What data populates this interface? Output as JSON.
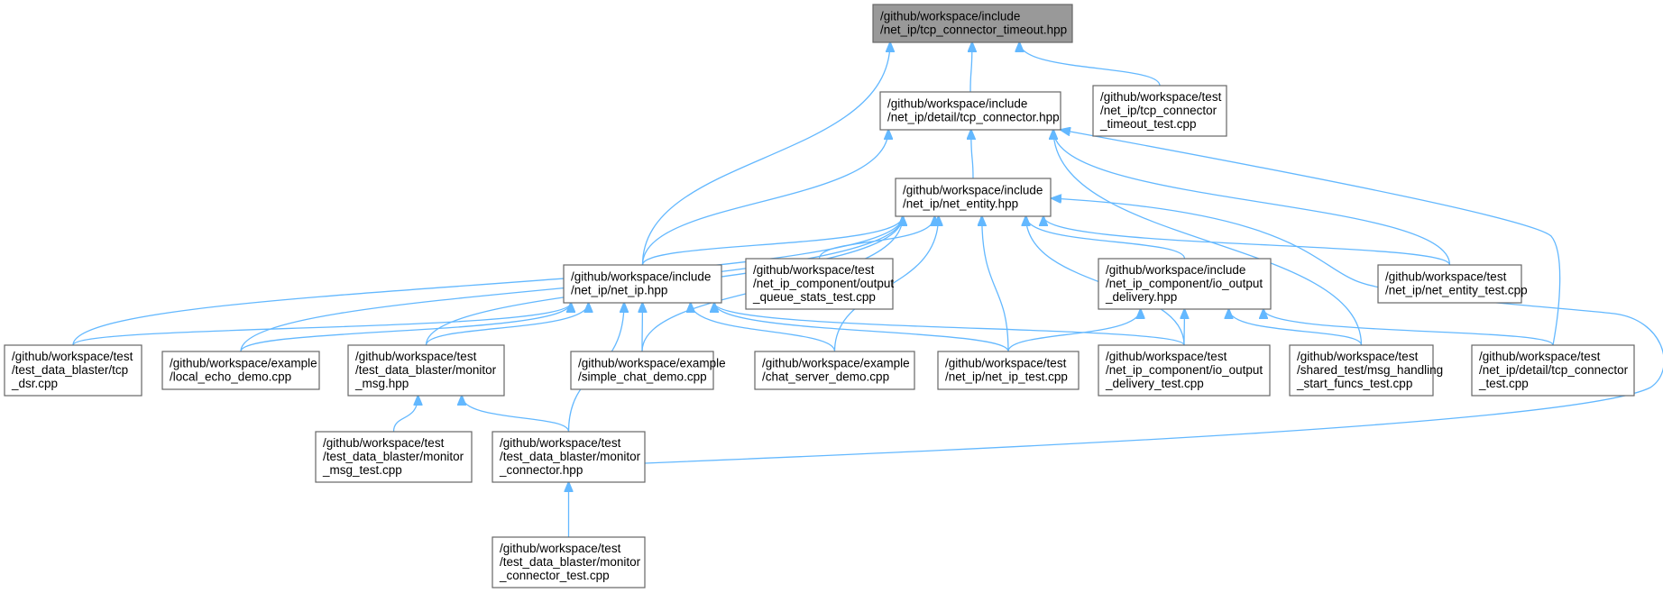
{
  "diagram": {
    "title": "",
    "edge_color": "#63b8ff",
    "root_fill": "#999999",
    "node_fill": "#ffffff",
    "nodes": [
      {
        "id": "n0",
        "lines": [
          "/github/workspace/include",
          "/net_ip/tcp_connector_timeout.hpp"
        ],
        "root": true
      },
      {
        "id": "n1",
        "lines": [
          "/github/workspace/include",
          "/net_ip/detail/tcp_connector.hpp"
        ]
      },
      {
        "id": "n2",
        "lines": [
          "/github/workspace/test",
          "/net_ip/tcp_connector",
          "_timeout_test.cpp"
        ]
      },
      {
        "id": "n3",
        "lines": [
          "/github/workspace/include",
          "/net_ip/net_entity.hpp"
        ]
      },
      {
        "id": "n4",
        "lines": [
          "/github/workspace/include",
          "/net_ip/net_ip.hpp"
        ]
      },
      {
        "id": "n5",
        "lines": [
          "/github/workspace/test",
          "/net_ip_component/output",
          "_queue_stats_test.cpp"
        ]
      },
      {
        "id": "n6",
        "lines": [
          "/github/workspace/include",
          "/net_ip_component/io_output",
          "_delivery.hpp"
        ]
      },
      {
        "id": "n7",
        "lines": [
          "/github/workspace/test",
          "/net_ip/net_entity_test.cpp"
        ]
      },
      {
        "id": "n8",
        "lines": [
          "/github/workspace/test",
          "/test_data_blaster/tcp",
          "_dsr.cpp"
        ]
      },
      {
        "id": "n9",
        "lines": [
          "/github/workspace/example",
          "/local_echo_demo.cpp"
        ]
      },
      {
        "id": "n10",
        "lines": [
          "/github/workspace/test",
          "/test_data_blaster/monitor",
          "_msg.hpp"
        ]
      },
      {
        "id": "n11",
        "lines": [
          "/github/workspace/example",
          "/simple_chat_demo.cpp"
        ]
      },
      {
        "id": "n12",
        "lines": [
          "/github/workspace/example",
          "/chat_server_demo.cpp"
        ]
      },
      {
        "id": "n13",
        "lines": [
          "/github/workspace/test",
          "/net_ip/net_ip_test.cpp"
        ]
      },
      {
        "id": "n14",
        "lines": [
          "/github/workspace/test",
          "/net_ip_component/io_output",
          "_delivery_test.cpp"
        ]
      },
      {
        "id": "n15",
        "lines": [
          "/github/workspace/test",
          "/shared_test/msg_handling",
          "_start_funcs_test.cpp"
        ]
      },
      {
        "id": "n16",
        "lines": [
          "/github/workspace/test",
          "/net_ip/detail/tcp_connector",
          "_test.cpp"
        ]
      },
      {
        "id": "n17",
        "lines": [
          "/github/workspace/test",
          "/test_data_blaster/monitor",
          "_msg_test.cpp"
        ]
      },
      {
        "id": "n18",
        "lines": [
          "/github/workspace/test",
          "/test_data_blaster/monitor",
          "_connector.hpp"
        ]
      },
      {
        "id": "n19",
        "lines": [
          "/github/workspace/test",
          "/test_data_blaster/monitor",
          "_connector_test.cpp"
        ]
      }
    ],
    "edges": [
      {
        "from": "n1",
        "to": "n0"
      },
      {
        "from": "n2",
        "to": "n0"
      },
      {
        "from": "n4",
        "to": "n0"
      },
      {
        "from": "n3",
        "to": "n1"
      },
      {
        "from": "n4",
        "to": "n1"
      },
      {
        "from": "n7",
        "to": "n1"
      },
      {
        "from": "n15",
        "to": "n1"
      },
      {
        "from": "n16",
        "to": "n1"
      },
      {
        "from": "n4",
        "to": "n3"
      },
      {
        "from": "n5",
        "to": "n3"
      },
      {
        "from": "n6",
        "to": "n3"
      },
      {
        "from": "n7",
        "to": "n3"
      },
      {
        "from": "n8",
        "to": "n3"
      },
      {
        "from": "n9",
        "to": "n3"
      },
      {
        "from": "n10",
        "to": "n3"
      },
      {
        "from": "n11",
        "to": "n3"
      },
      {
        "from": "n12",
        "to": "n3"
      },
      {
        "from": "n13",
        "to": "n3"
      },
      {
        "from": "n14",
        "to": "n3"
      },
      {
        "from": "n18",
        "to": "n3"
      },
      {
        "from": "n8",
        "to": "n4"
      },
      {
        "from": "n9",
        "to": "n4"
      },
      {
        "from": "n10",
        "to": "n4"
      },
      {
        "from": "n11",
        "to": "n4"
      },
      {
        "from": "n12",
        "to": "n4"
      },
      {
        "from": "n13",
        "to": "n4"
      },
      {
        "from": "n14",
        "to": "n4"
      },
      {
        "from": "n18",
        "to": "n4"
      },
      {
        "from": "n13",
        "to": "n6"
      },
      {
        "from": "n14",
        "to": "n6"
      },
      {
        "from": "n15",
        "to": "n6"
      },
      {
        "from": "n16",
        "to": "n6"
      },
      {
        "from": "n17",
        "to": "n10"
      },
      {
        "from": "n18",
        "to": "n10"
      },
      {
        "from": "n19",
        "to": "n18"
      }
    ]
  }
}
